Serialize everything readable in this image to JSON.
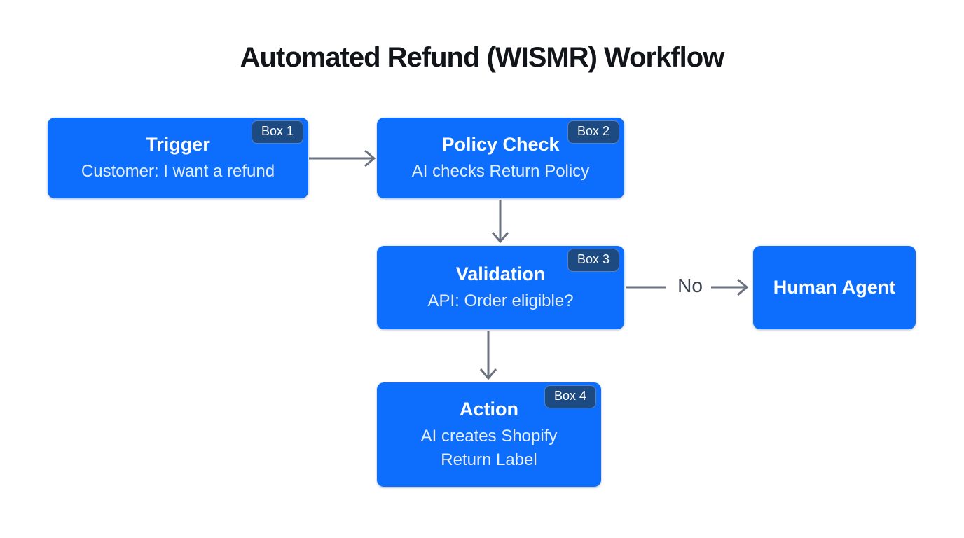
{
  "title": "Automated Refund (WISMR) Workflow",
  "colors": {
    "node_bg": "#0d6efd",
    "badge_bg": "#1d4a80",
    "arrow": "#6b7280",
    "no_label_text": "#3a4250",
    "title_text": "#111418",
    "node_subtitle_text": "#e6efff"
  },
  "nodes": [
    {
      "badge": "Box 1",
      "title": "Trigger",
      "subtitle": "Customer: I want a refund"
    },
    {
      "badge": "Box 2",
      "title": "Policy Check",
      "subtitle": "AI checks Return Policy"
    },
    {
      "badge": "Box 3",
      "title": "Validation",
      "subtitle": "API: Order eligible?"
    },
    {
      "badge": "Box 4",
      "title": "Action",
      "subtitle": "AI creates Shopify Return Label"
    },
    {
      "title": "Human Agent"
    }
  ],
  "edges": {
    "no_label": "No",
    "connections": [
      "Trigger -> Policy Check",
      "Policy Check -> Validation",
      "Validation -No-> Human Agent",
      "Validation -> Action"
    ]
  }
}
